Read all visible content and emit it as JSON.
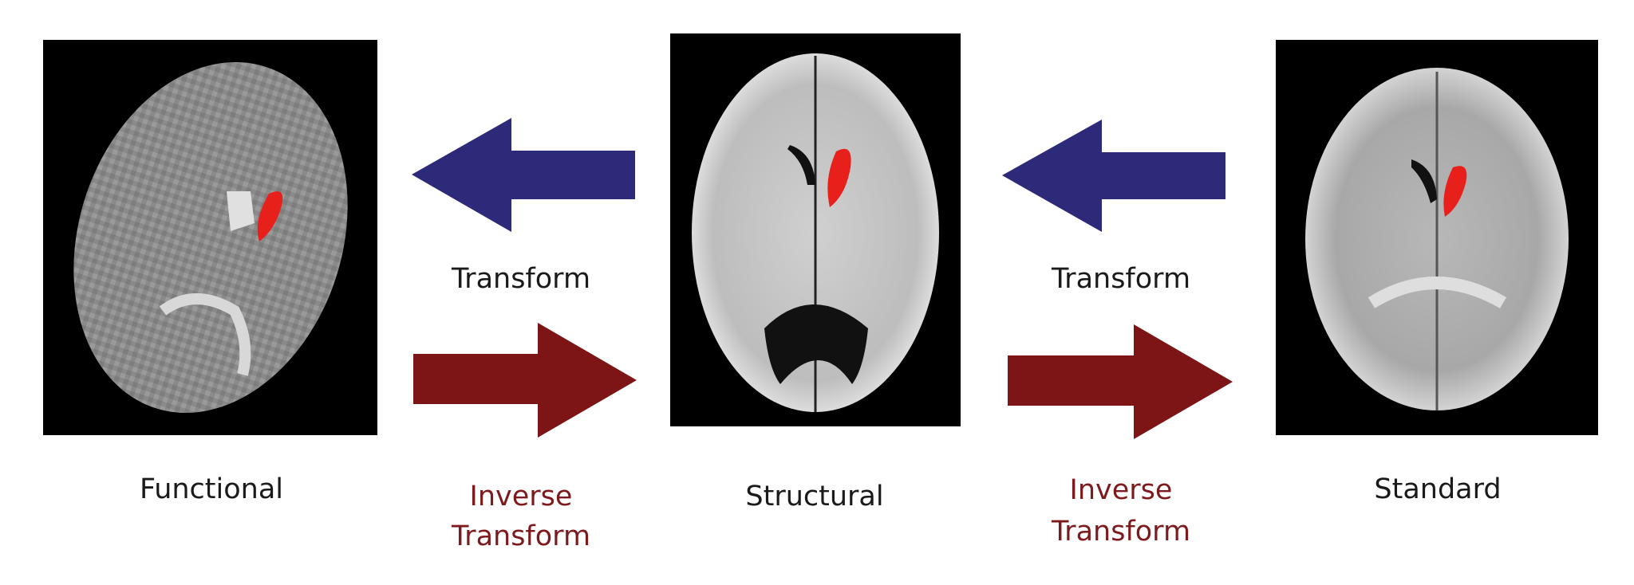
{
  "panels": {
    "functional": {
      "label": "Functional"
    },
    "structural": {
      "label": "Structural"
    },
    "standard": {
      "label": "Standard"
    }
  },
  "arrows": {
    "left": {
      "transform_label": "Transform",
      "inverse_line1": "Inverse",
      "inverse_line2": "Transform"
    },
    "right": {
      "transform_label": "Transform",
      "inverse_line1": "Inverse",
      "inverse_line2": "Transform"
    }
  },
  "colors": {
    "transform_arrow": "#2e2a7a",
    "inverse_arrow": "#7d1516",
    "roi": "#e8201c"
  }
}
